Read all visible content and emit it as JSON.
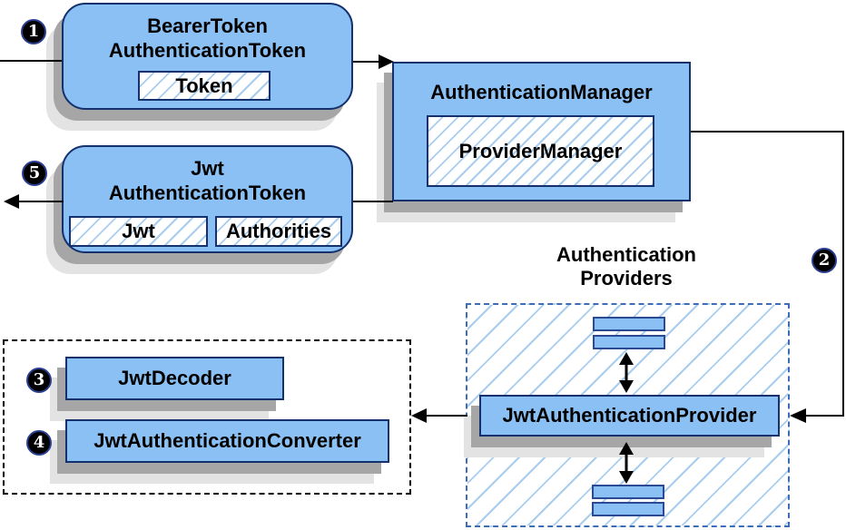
{
  "colors": {
    "box_fill": "#8ac0f4",
    "box_border": "#14316e",
    "hatch": "#a8cdee",
    "shadow_dark": "#a6a6a6",
    "shadow_light": "#e3e3e3",
    "dashed_blue": "#3e6db8",
    "line": "#000000"
  },
  "badges": {
    "step1": "1",
    "step2": "2",
    "step3": "3",
    "step4": "4",
    "step5": "5"
  },
  "nodes": {
    "bearer_token": {
      "title_line1": "BearerToken",
      "title_line2": "AuthenticationToken",
      "field_token": "Token"
    },
    "authentication_manager": {
      "title": "AuthenticationManager",
      "field_impl": "ProviderManager"
    },
    "jwt_authentication_token": {
      "title_line1": "Jwt",
      "title_line2": "AuthenticationToken",
      "field_jwt": "Jwt",
      "field_authorities": "Authorities"
    },
    "providers_group": {
      "heading_line1": "Authentication",
      "heading_line2": "Providers",
      "provider": "JwtAuthenticationProvider"
    },
    "decoder_group": {
      "decoder": "JwtDecoder",
      "converter": "JwtAuthenticationConverter"
    }
  }
}
